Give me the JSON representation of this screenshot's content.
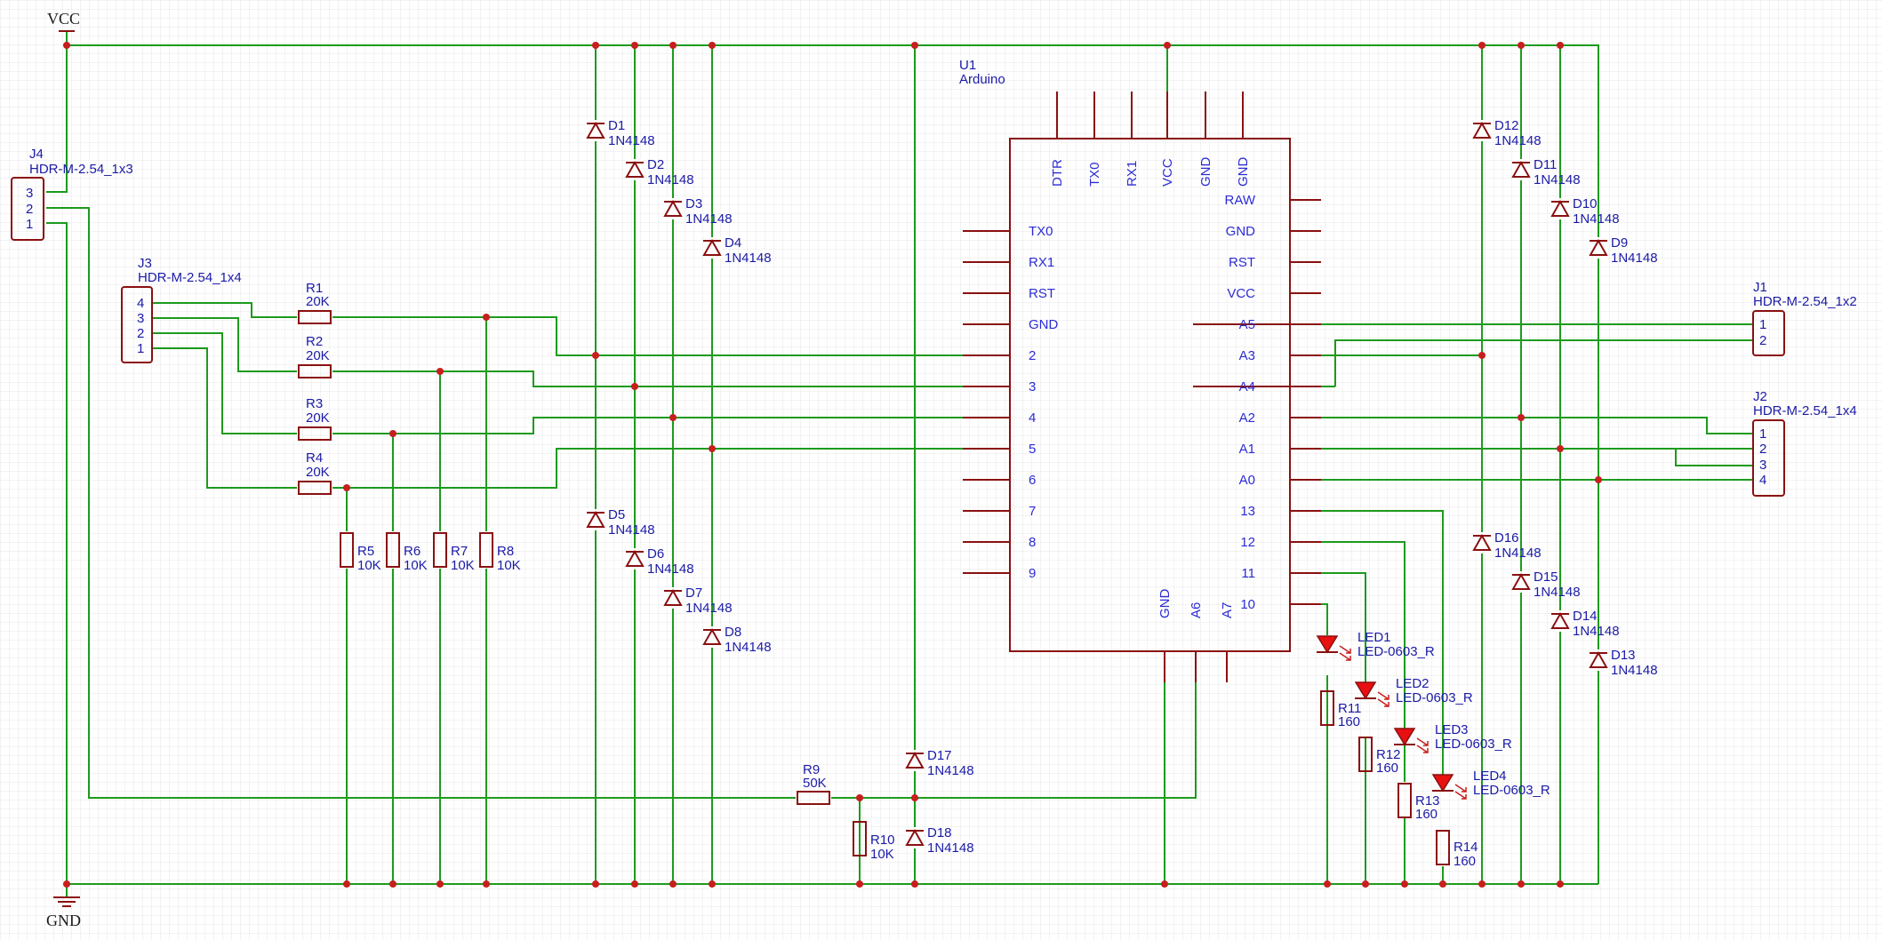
{
  "colors": {
    "wire": "#1d9a1d",
    "component": "#8a1010",
    "junction": "#c81e1e",
    "label_text": "#1a1aa8",
    "pin_text": "#2b2bd6",
    "led_fill": "#e81010",
    "grid": "#e7e7e7"
  },
  "power": {
    "vcc": "VCC",
    "gnd": "GND"
  },
  "u1": {
    "ref": "U1",
    "value": "Arduino",
    "top_pins": [
      "DTR",
      "TX0",
      "RX1",
      "VCC",
      "GND",
      "GND"
    ],
    "left_pins": [
      "TX0",
      "RX1",
      "RST",
      "GND",
      "2",
      "3",
      "4",
      "5",
      "6",
      "7",
      "8",
      "9"
    ],
    "right_pins": [
      "RAW",
      "GND",
      "RST",
      "VCC",
      "A5",
      "A3",
      "A4",
      "A2",
      "A1",
      "A0",
      "13",
      "12",
      "11",
      "10"
    ],
    "bottom_pins": [
      "GND",
      "A6",
      "A7"
    ]
  },
  "connectors": {
    "j1": {
      "ref": "J1",
      "value": "HDR-M-2.54_1x2",
      "pins": [
        "1",
        "2"
      ]
    },
    "j2": {
      "ref": "J2",
      "value": "HDR-M-2.54_1x4",
      "pins": [
        "1",
        "2",
        "3",
        "4"
      ]
    },
    "j3": {
      "ref": "J3",
      "value": "HDR-M-2.54_1x4",
      "pins": [
        "4",
        "3",
        "2",
        "1"
      ]
    },
    "j4": {
      "ref": "J4",
      "value": "HDR-M-2.54_1x3",
      "pins": [
        "3",
        "2",
        "1"
      ]
    }
  },
  "resistors": {
    "r1": {
      "ref": "R1",
      "value": "20K"
    },
    "r2": {
      "ref": "R2",
      "value": "20K"
    },
    "r3": {
      "ref": "R3",
      "value": "20K"
    },
    "r4": {
      "ref": "R4",
      "value": "20K"
    },
    "r5": {
      "ref": "R5",
      "value": "10K"
    },
    "r6": {
      "ref": "R6",
      "value": "10K"
    },
    "r7": {
      "ref": "R7",
      "value": "10K"
    },
    "r8": {
      "ref": "R8",
      "value": "10K"
    },
    "r9": {
      "ref": "R9",
      "value": "50K"
    },
    "r10": {
      "ref": "R10",
      "value": "10K"
    },
    "r11": {
      "ref": "R11",
      "value": "160"
    },
    "r12": {
      "ref": "R12",
      "value": "160"
    },
    "r13": {
      "ref": "R13",
      "value": "160"
    },
    "r14": {
      "ref": "R14",
      "value": "160"
    }
  },
  "diodes": {
    "d1": {
      "ref": "D1",
      "value": "1N4148"
    },
    "d2": {
      "ref": "D2",
      "value": "1N4148"
    },
    "d3": {
      "ref": "D3",
      "value": "1N4148"
    },
    "d4": {
      "ref": "D4",
      "value": "1N4148"
    },
    "d5": {
      "ref": "D5",
      "value": "1N4148"
    },
    "d6": {
      "ref": "D6",
      "value": "1N4148"
    },
    "d7": {
      "ref": "D7",
      "value": "1N4148"
    },
    "d8": {
      "ref": "D8",
      "value": "1N4148"
    },
    "d9": {
      "ref": "D9",
      "value": "1N4148"
    },
    "d10": {
      "ref": "D10",
      "value": "1N4148"
    },
    "d11": {
      "ref": "D11",
      "value": "1N4148"
    },
    "d12": {
      "ref": "D12",
      "value": "1N4148"
    },
    "d13": {
      "ref": "D13",
      "value": "1N4148"
    },
    "d14": {
      "ref": "D14",
      "value": "1N4148"
    },
    "d15": {
      "ref": "D15",
      "value": "1N4148"
    },
    "d16": {
      "ref": "D16",
      "value": "1N4148"
    },
    "d17": {
      "ref": "D17",
      "value": "1N4148"
    },
    "d18": {
      "ref": "D18",
      "value": "1N4148"
    }
  },
  "leds": {
    "led1": {
      "ref": "LED1",
      "value": "LED-0603_R"
    },
    "led2": {
      "ref": "LED2",
      "value": "LED-0603_R"
    },
    "led3": {
      "ref": "LED3",
      "value": "LED-0603_R"
    },
    "led4": {
      "ref": "LED4",
      "value": "LED-0603_R"
    }
  }
}
